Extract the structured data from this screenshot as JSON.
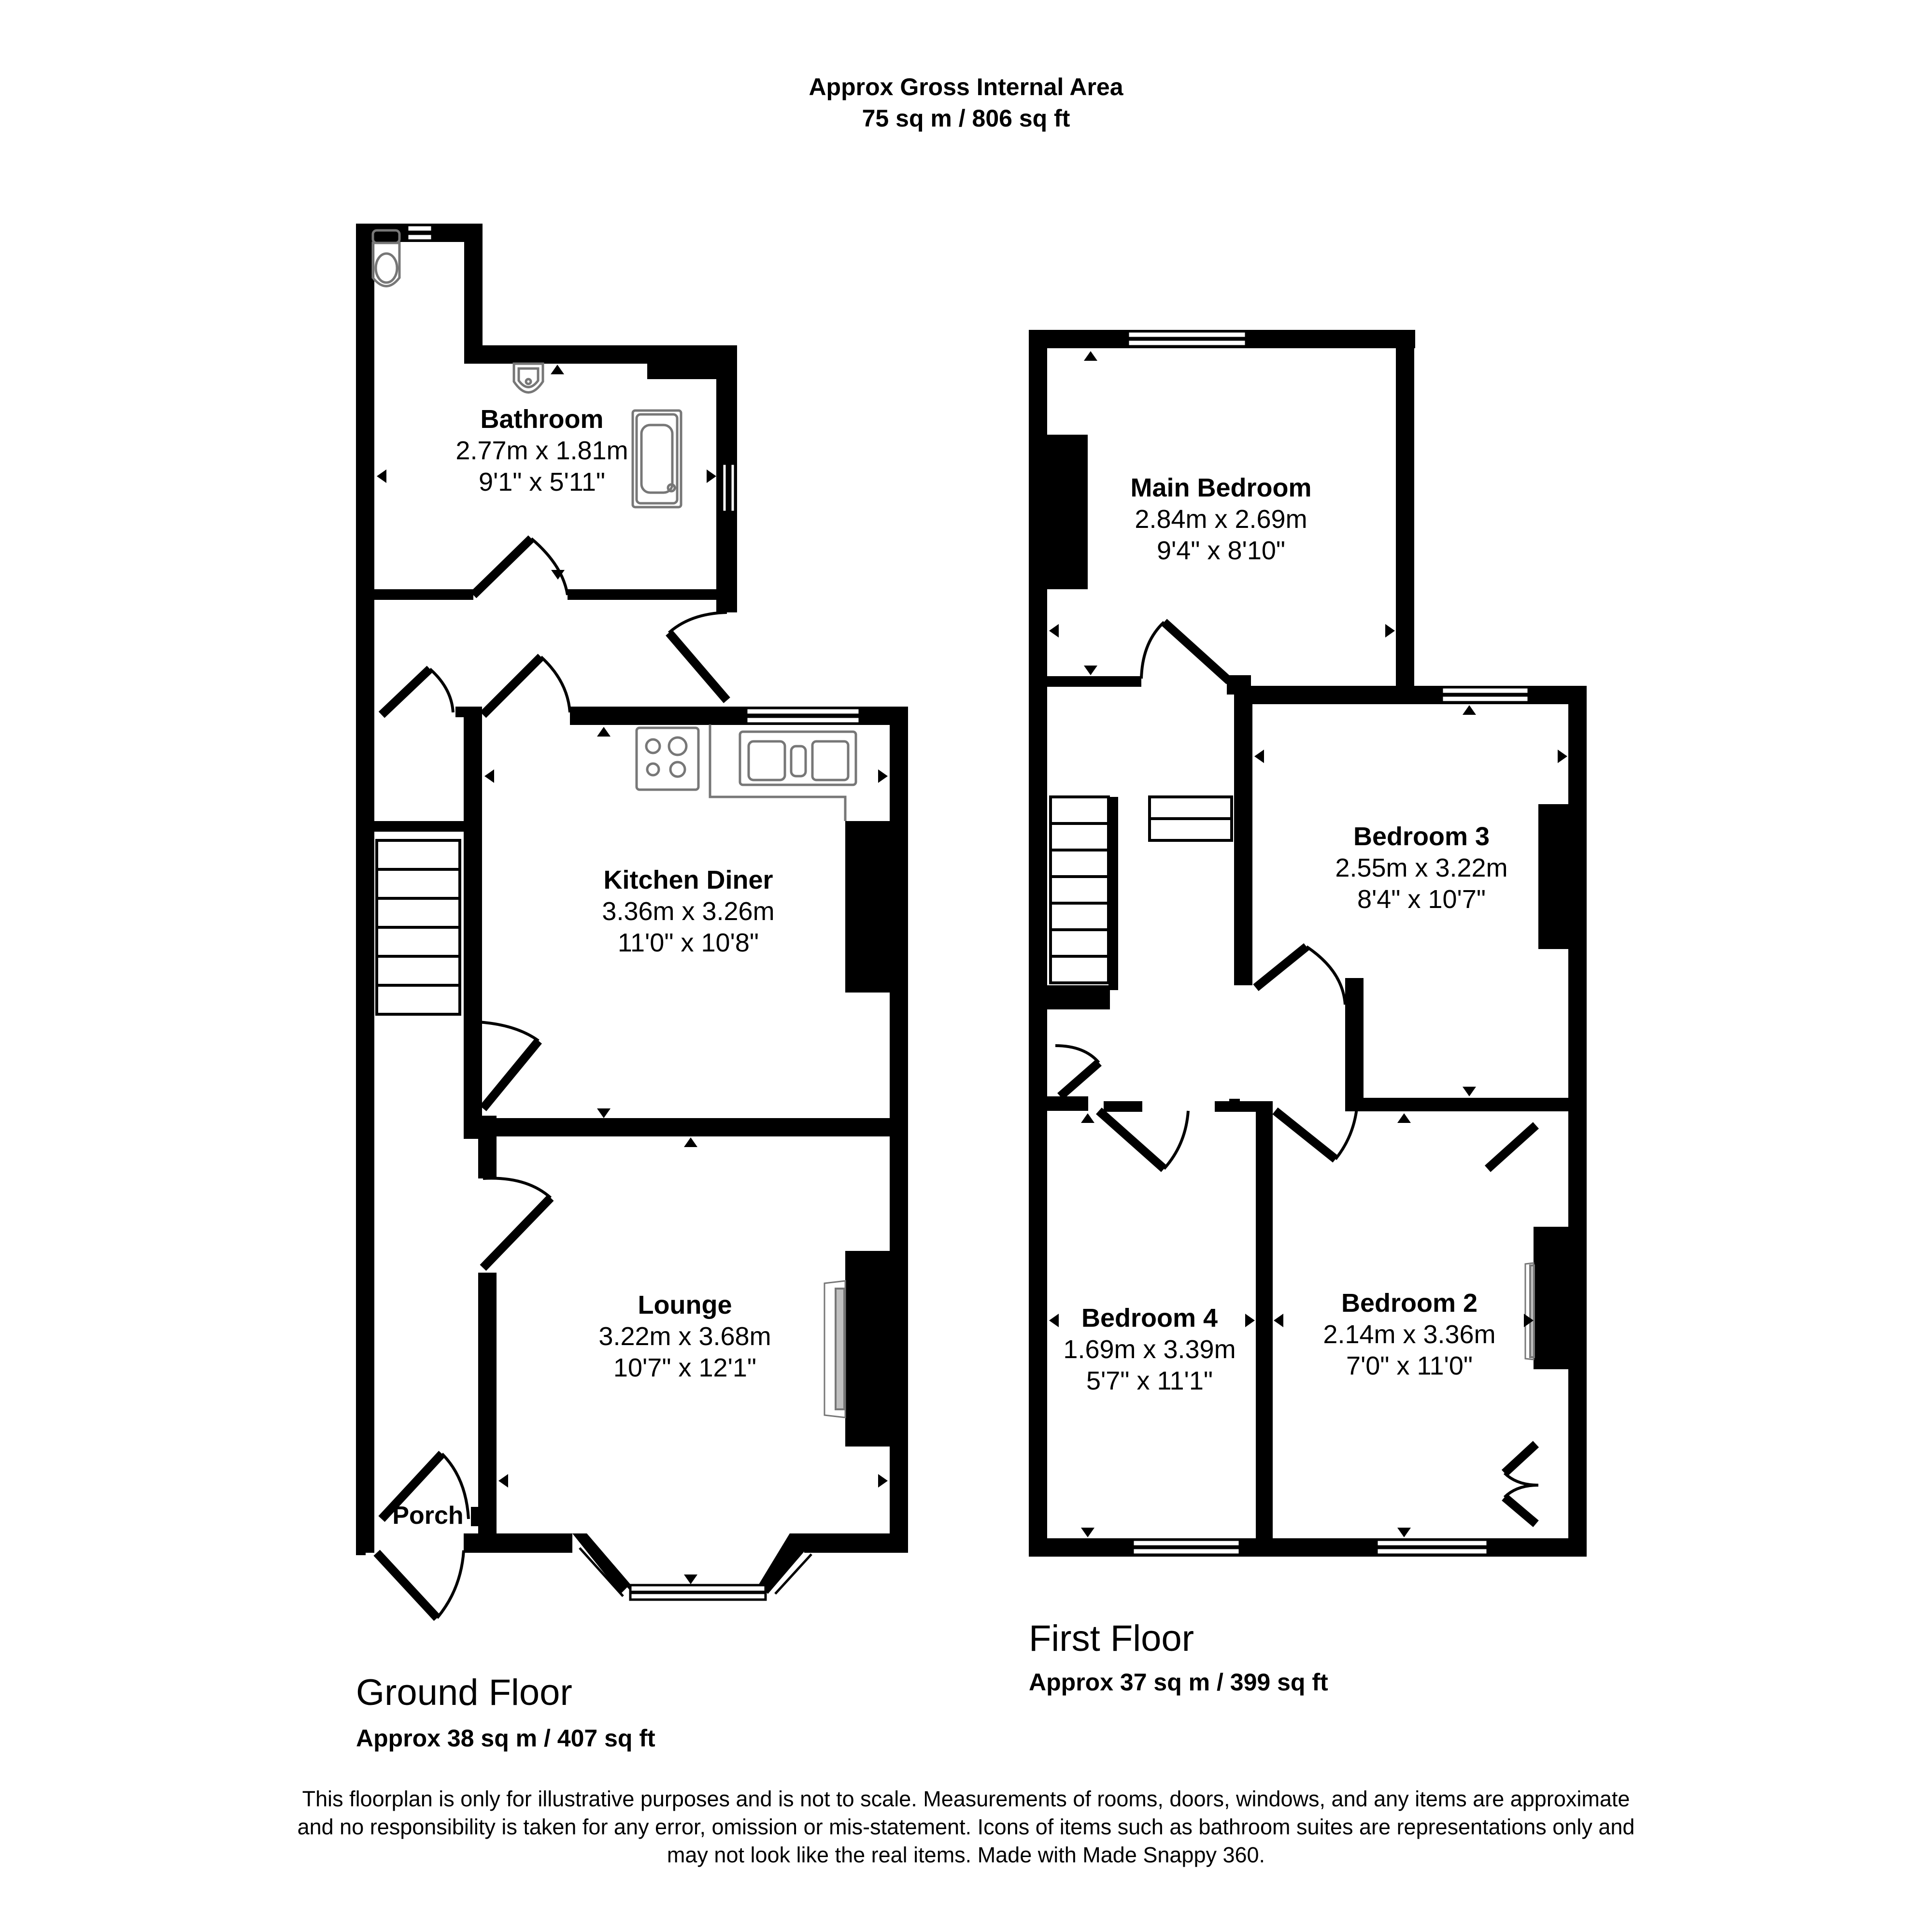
{
  "header": {
    "title": "Approx Gross Internal Area",
    "total_area": "75 sq m / 806 sq ft"
  },
  "ground_floor": {
    "label": "Ground Floor",
    "area": "Approx 38 sq m / 407 sq ft",
    "rooms": [
      {
        "name": "Bathroom",
        "metric": "2.77m x 1.81m",
        "imperial": "9'1\" x 5'11\""
      },
      {
        "name": "Kitchen Diner",
        "metric": "3.36m x 3.26m",
        "imperial": "11'0\" x 10'8\""
      },
      {
        "name": "Lounge",
        "metric": "3.22m x 3.68m",
        "imperial": "10'7\" x 12'1\""
      },
      {
        "name": "Porch"
      }
    ],
    "fixtures": [
      "toilet-icon",
      "basin-icon",
      "bathtub-icon",
      "hob-icon",
      "sink-icon",
      "fireplace-icon",
      "staircase-icon"
    ]
  },
  "first_floor": {
    "label": "First Floor",
    "area": "Approx 37 sq m / 399 sq ft",
    "rooms": [
      {
        "name": "Main Bedroom",
        "metric": "2.84m x 2.69m",
        "imperial": "9'4\" x 8'10\""
      },
      {
        "name": "Bedroom 3",
        "metric": "2.55m x 3.22m",
        "imperial": "8'4\" x 10'7\""
      },
      {
        "name": "Bedroom 4",
        "metric": "1.69m x 3.39m",
        "imperial": "5'7\" x 11'1\""
      },
      {
        "name": "Bedroom 2",
        "metric": "2.14m x 3.36m",
        "imperial": "7'0\" x 11'0\""
      }
    ],
    "fixtures": [
      "fireplace-icon",
      "staircase-icon"
    ]
  },
  "disclaimer": {
    "line1": "This floorplan is only for illustrative purposes and is not to scale. Measurements of rooms, doors, windows, and any items are approximate",
    "line2": "and no responsibility is taken for any error, omission or mis-statement. Icons of items such as bathroom suites are representations only and",
    "line3": "may not look like the real items. Made with Made Snappy 360."
  },
  "colors": {
    "wall": "#000000",
    "fixture_line": "#777777",
    "fireplace_fill": "#c0c0c0",
    "background": "#ffffff"
  }
}
